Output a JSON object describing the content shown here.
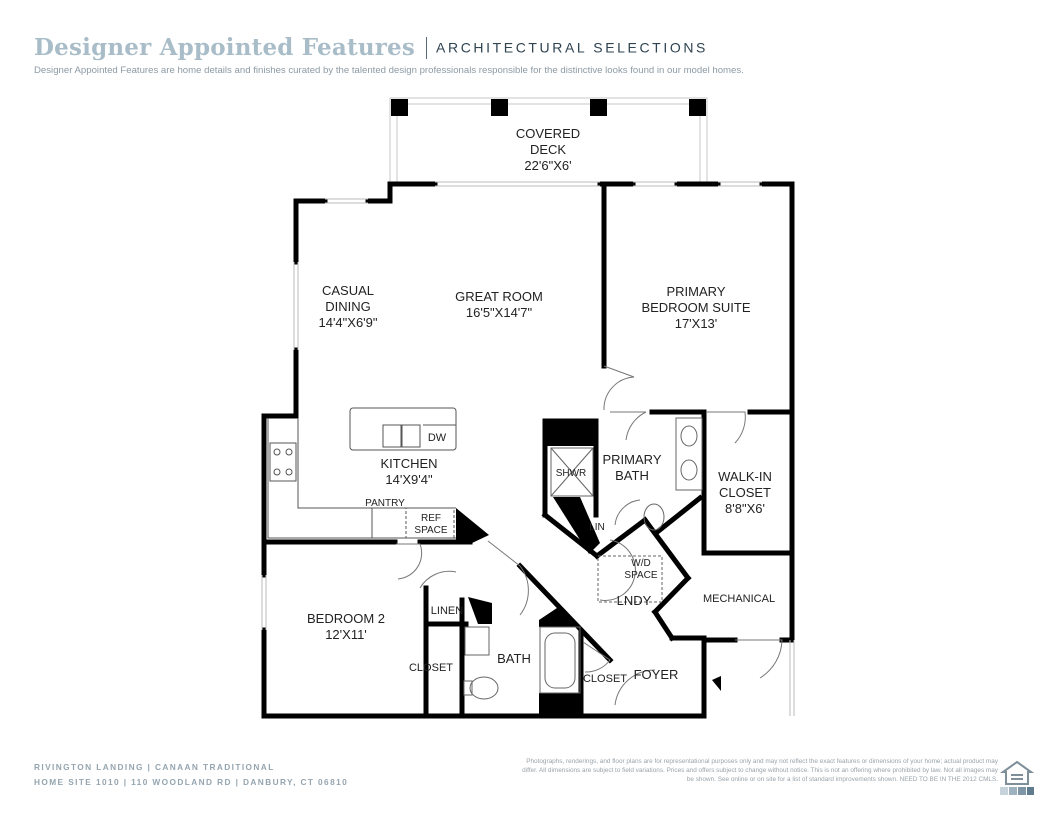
{
  "header": {
    "title": "Designer Appointed Features",
    "subtitle": "ARCHITECTURAL SELECTIONS",
    "description": "Designer Appointed Features are home details and finishes curated by the talented design professionals responsible for the distinctive looks found in our model homes."
  },
  "rooms": {
    "covered_deck": {
      "name_1": "COVERED",
      "name_2": "DECK",
      "dims": "22'6\"X6'"
    },
    "casual_dining": {
      "name_1": "CASUAL",
      "name_2": "DINING",
      "dims": "14'4\"X6'9\""
    },
    "great_room": {
      "name": "GREAT ROOM",
      "dims": "16'5\"X14'7\""
    },
    "primary_bedroom": {
      "name_1": "PRIMARY",
      "name_2": "BEDROOM SUITE",
      "dims": "17'X13'"
    },
    "kitchen": {
      "name": "KITCHEN",
      "dims": "14'X9'4\""
    },
    "dw": "DW",
    "pantry": "PANTRY",
    "ref_space_1": "REF",
    "ref_space_2": "SPACE",
    "shwr": "SHWR",
    "primary_bath_1": "PRIMARY",
    "primary_bath_2": "BATH",
    "walkin_closet": {
      "name_1": "WALK-IN",
      "name_2": "CLOSET",
      "dims": "8'8\"X6'"
    },
    "lin": "LIN",
    "wd_space_1": "W/D",
    "wd_space_2": "SPACE",
    "lndy": "LNDY",
    "mechanical": "MECHANICAL",
    "bedroom2": {
      "name": "BEDROOM 2",
      "dims": "12'X11'"
    },
    "linen": "LINEN",
    "closet_bedroom": "CLOSET",
    "bath": "BATH",
    "closet_foyer": "CLOSET",
    "foyer": "FOYER"
  },
  "footer": {
    "line1": "RIVINGTON LANDING  |  CANAAN TRADITIONAL",
    "line2": "HOME SITE 1010  |  110 WOODLAND RD  |  DANBURY, CT 06810",
    "disclaimer": "Photographs, renderings, and floor plans are for representational purposes only and may not reflect the exact features or dimensions of your home; actual product may differ. All dimensions are subject to field variations. Prices and offers subject to change without notice. This is not an offering where prohibited by law. Not all images may be shown. See online or on site for a list of standard improvements shown. NEED TO BE IN THE 2012 CMLS."
  },
  "colors": {
    "title": "#a9bdc9",
    "wall": "#000000",
    "text": "#222222",
    "footer": "#95a5b0"
  },
  "icons": {
    "logo": "equal-housing-mls-logo-icon"
  }
}
